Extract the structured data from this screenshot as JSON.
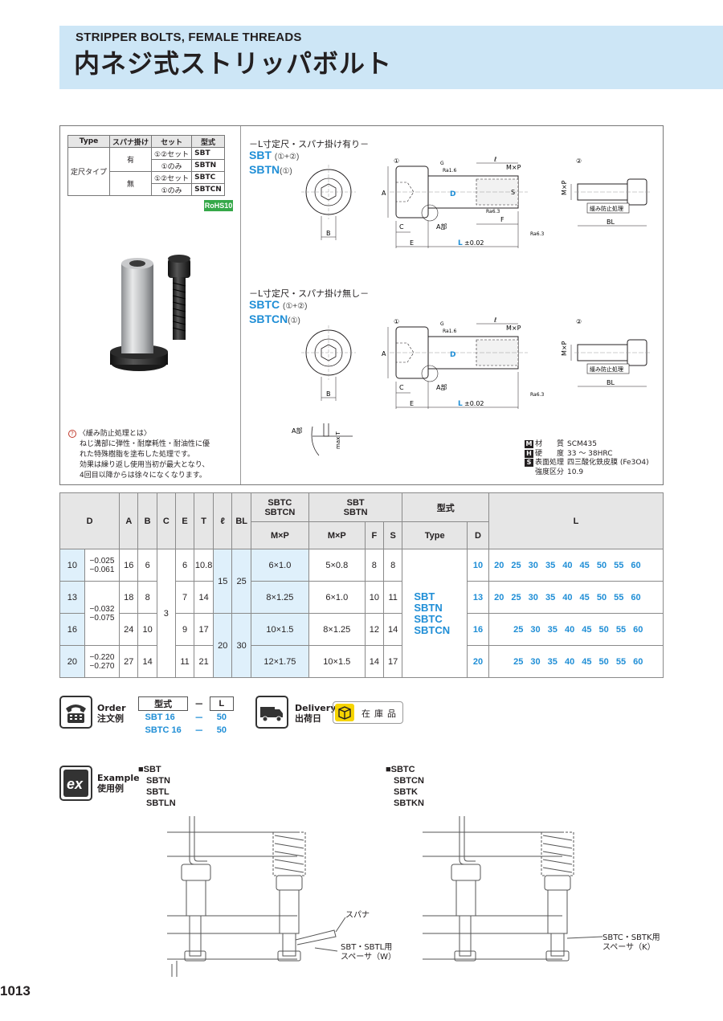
{
  "header": {
    "title_en": "STRIPPER BOLTS, FEMALE THREADS",
    "title_jp": "内ネジ式ストリッパボルト"
  },
  "type_table": {
    "headers": [
      "Type",
      "スパナ掛け",
      "セット",
      "型式"
    ],
    "group": "定尺タイプ",
    "spanner_yes": "有",
    "spanner_no": "無",
    "rows": [
      {
        "set": "①②セット",
        "code": "SBT"
      },
      {
        "set": "①のみ",
        "code": "SBTN"
      },
      {
        "set": "①②セット",
        "code": "SBTC"
      },
      {
        "set": "①のみ",
        "code": "SBTCN"
      }
    ]
  },
  "rohs": "RoHS10",
  "note": {
    "title": "〈緩み防止処理とは〉",
    "lines": [
      "ねじ溝部に弾性・耐摩耗性・耐油性に優",
      "れた特殊樹脂を塗布した処理です。",
      "効果は繰り返し使用当初が最大となり、",
      "4回目以降からは徐々になくなります。"
    ]
  },
  "section1": {
    "title": "－L寸定尺・スパナ掛け有り－",
    "code1": "SBT",
    "code1_sub": "(①+②)",
    "code2": "SBTN",
    "code2_sub": "(①)"
  },
  "section2": {
    "title": "－L寸定尺・スパナ掛け無し－",
    "code1": "SBTC",
    "code1_sub": "(①+②)",
    "code2": "SBTCN",
    "code2_sub": "(①)"
  },
  "drawing_labels": {
    "part1": "①",
    "part2": "②",
    "A": "A",
    "B": "B",
    "C": "C",
    "D": "D",
    "E": "E",
    "F": "F",
    "S": "S",
    "T": "max T",
    "l": "ℓ",
    "mxp": "M×P",
    "L": "L",
    "L_tol": "±0.02",
    "a_part": "A部",
    "a_part_detail": "A部",
    "ra16": "Ra1.6",
    "ra63": "Ra6.3",
    "g": "G",
    "bl": "BL",
    "lock": "緩み防止処理"
  },
  "material": {
    "rows": [
      {
        "key": "M",
        "label": "材　　質",
        "value": "SCM435"
      },
      {
        "key": "H",
        "label": "硬　　度",
        "value": "33 ～ 38HRC"
      },
      {
        "key": "S",
        "label": "表面処理",
        "value": "四三酸化鉄皮膜 (Fe3O4)"
      },
      {
        "key": "",
        "label": "強度区分",
        "value": "10.9"
      }
    ]
  },
  "dimension_table": {
    "headers": {
      "D": "D",
      "A": "A",
      "B": "B",
      "C": "C",
      "E": "E",
      "T": "T",
      "l": "ℓ",
      "BL": "BL",
      "sbtc": "SBTC",
      "sbtcn": "SBTCN",
      "sbt": "SBT",
      "sbtn": "SBTN",
      "mxp1": "M×P",
      "mxp2": "M×P",
      "F": "F",
      "S": "S",
      "model": "型式",
      "type": "Type",
      "typeD": "D",
      "L": "L"
    },
    "tolerances": {
      "t10_upper": "−0.025",
      "t10_lower": "−0.061",
      "t1316_upper": "−0.032",
      "t1316_lower": "−0.075",
      "t20_upper": "−0.220",
      "t20_lower": "−0.270"
    },
    "merged": {
      "C": "3",
      "l_a": "15",
      "bl_a": "25",
      "l_b": "20",
      "bl_b": "30"
    },
    "type_codes": [
      "SBT",
      "SBTN",
      "SBTC",
      "SBTCN"
    ],
    "rows": [
      {
        "D": "10",
        "A": "16",
        "B": "6",
        "E": "6",
        "T": "10.8",
        "mxp1": "6×1.0",
        "mxp2": "5×0.8",
        "F": "8",
        "S": "8",
        "typeD": "10",
        "L": "20 25 30 35 40 45 50 55 60"
      },
      {
        "D": "13",
        "A": "18",
        "B": "8",
        "E": "7",
        "T": "14",
        "mxp1": "8×1.25",
        "mxp2": "6×1.0",
        "F": "10",
        "S": "11",
        "typeD": "13",
        "L": "20 25 30 35 40 45 50 55 60"
      },
      {
        "D": "16",
        "A": "24",
        "B": "10",
        "E": "9",
        "T": "17",
        "mxp1": "10×1.5",
        "mxp2": "8×1.25",
        "F": "12",
        "S": "14",
        "typeD": "16",
        "L": "25 30 35 40 45 50 55 60"
      },
      {
        "D": "20",
        "A": "27",
        "B": "14",
        "E": "11",
        "T": "21",
        "mxp1": "12×1.75",
        "mxp2": "10×1.5",
        "F": "14",
        "S": "17",
        "typeD": "20",
        "L": "25 30 35 40 45 50 55 60"
      }
    ]
  },
  "order": {
    "label_en": "Order",
    "label_jp": "注文例",
    "header_model": "型式",
    "header_dash": "－",
    "header_L": "L",
    "rows": [
      {
        "model": "SBT 16",
        "dash": "－",
        "L": "50"
      },
      {
        "model": "SBTC 16",
        "dash": "－",
        "L": "50"
      }
    ]
  },
  "delivery": {
    "label_en": "Delivery",
    "label_jp": "出荷日",
    "stock": "在庫品"
  },
  "example": {
    "label_en": "Example",
    "label_jp": "使用例",
    "left_list": [
      "SBT",
      "SBTN",
      "SBTL",
      "SBTLN"
    ],
    "right_list": [
      "SBTC",
      "SBTCN",
      "SBTK",
      "SBTKN"
    ],
    "spanner": "スパナ",
    "spacer_w_1": "SBT・SBTL用",
    "spacer_w_2": "スペーサ（W）",
    "spacer_k_1": "SBTC・SBTK用",
    "spacer_k_2": "スペーサ（K）"
  },
  "page_number": "1013",
  "colors": {
    "header_bg": "#cde6f6",
    "accent_blue": "#1f8ed6",
    "highlight": "#dff0fb",
    "rohs_green": "#35a849",
    "stock_yellow": "#f6d400"
  }
}
